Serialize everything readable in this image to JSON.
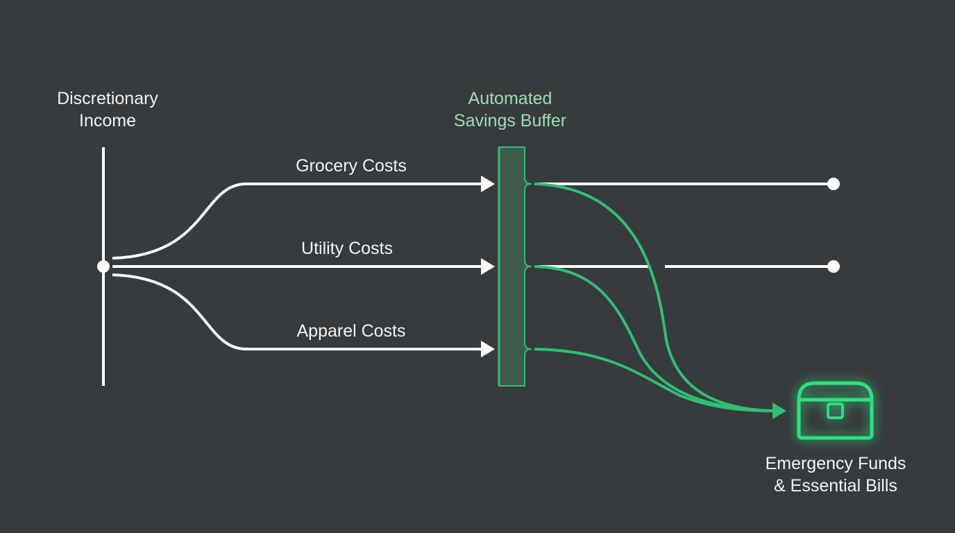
{
  "source": {
    "line1": "Discretionary",
    "line2": "Income"
  },
  "buffer": {
    "line1": "Automated",
    "line2": "Savings Buffer"
  },
  "flows": [
    {
      "label": "Grocery Costs"
    },
    {
      "label": "Utility Costs"
    },
    {
      "label": "Apparel Costs"
    }
  ],
  "destination": {
    "line1": "Emergency Funds",
    "line2": "& Essential Bills",
    "icon": "treasure-chest-icon"
  },
  "colors": {
    "background": "#373b3e",
    "line": "#ffffff",
    "accent": "#2fbf71",
    "accent_text": "#9fdcb5",
    "buffer_fill": "#3f5a4b"
  }
}
